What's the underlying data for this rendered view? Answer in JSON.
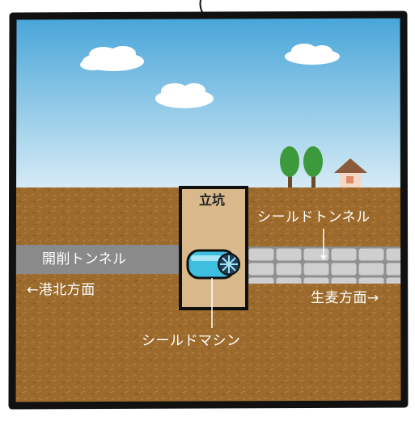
{
  "labels": {
    "vertical_shaft": "立坑",
    "open_cut_tunnel": "開削トンネル",
    "shield_tunnel": "シールドトンネル",
    "to_kohoku": "←港北方面",
    "to_namamugi": "生麦方面→",
    "shield_machine": "シールドマシン"
  },
  "colors": {
    "sky_top": "#46a5d9",
    "sky_bottom": "#cfe6f3",
    "soil": "#9b6a2c",
    "shaft_fill": "#d9b98c",
    "open_cut": "#8a8a8a",
    "shield_segment": "#c8c8c8",
    "machine": "#3fbfe0",
    "tree": "#3c9a3c",
    "house_roof": "#8a5a3a",
    "house_wall": "#f3d9c5",
    "frame": "#111111"
  },
  "icons": [
    "cloud-icon",
    "tree-icon",
    "house-icon",
    "shield-machine-icon"
  ]
}
